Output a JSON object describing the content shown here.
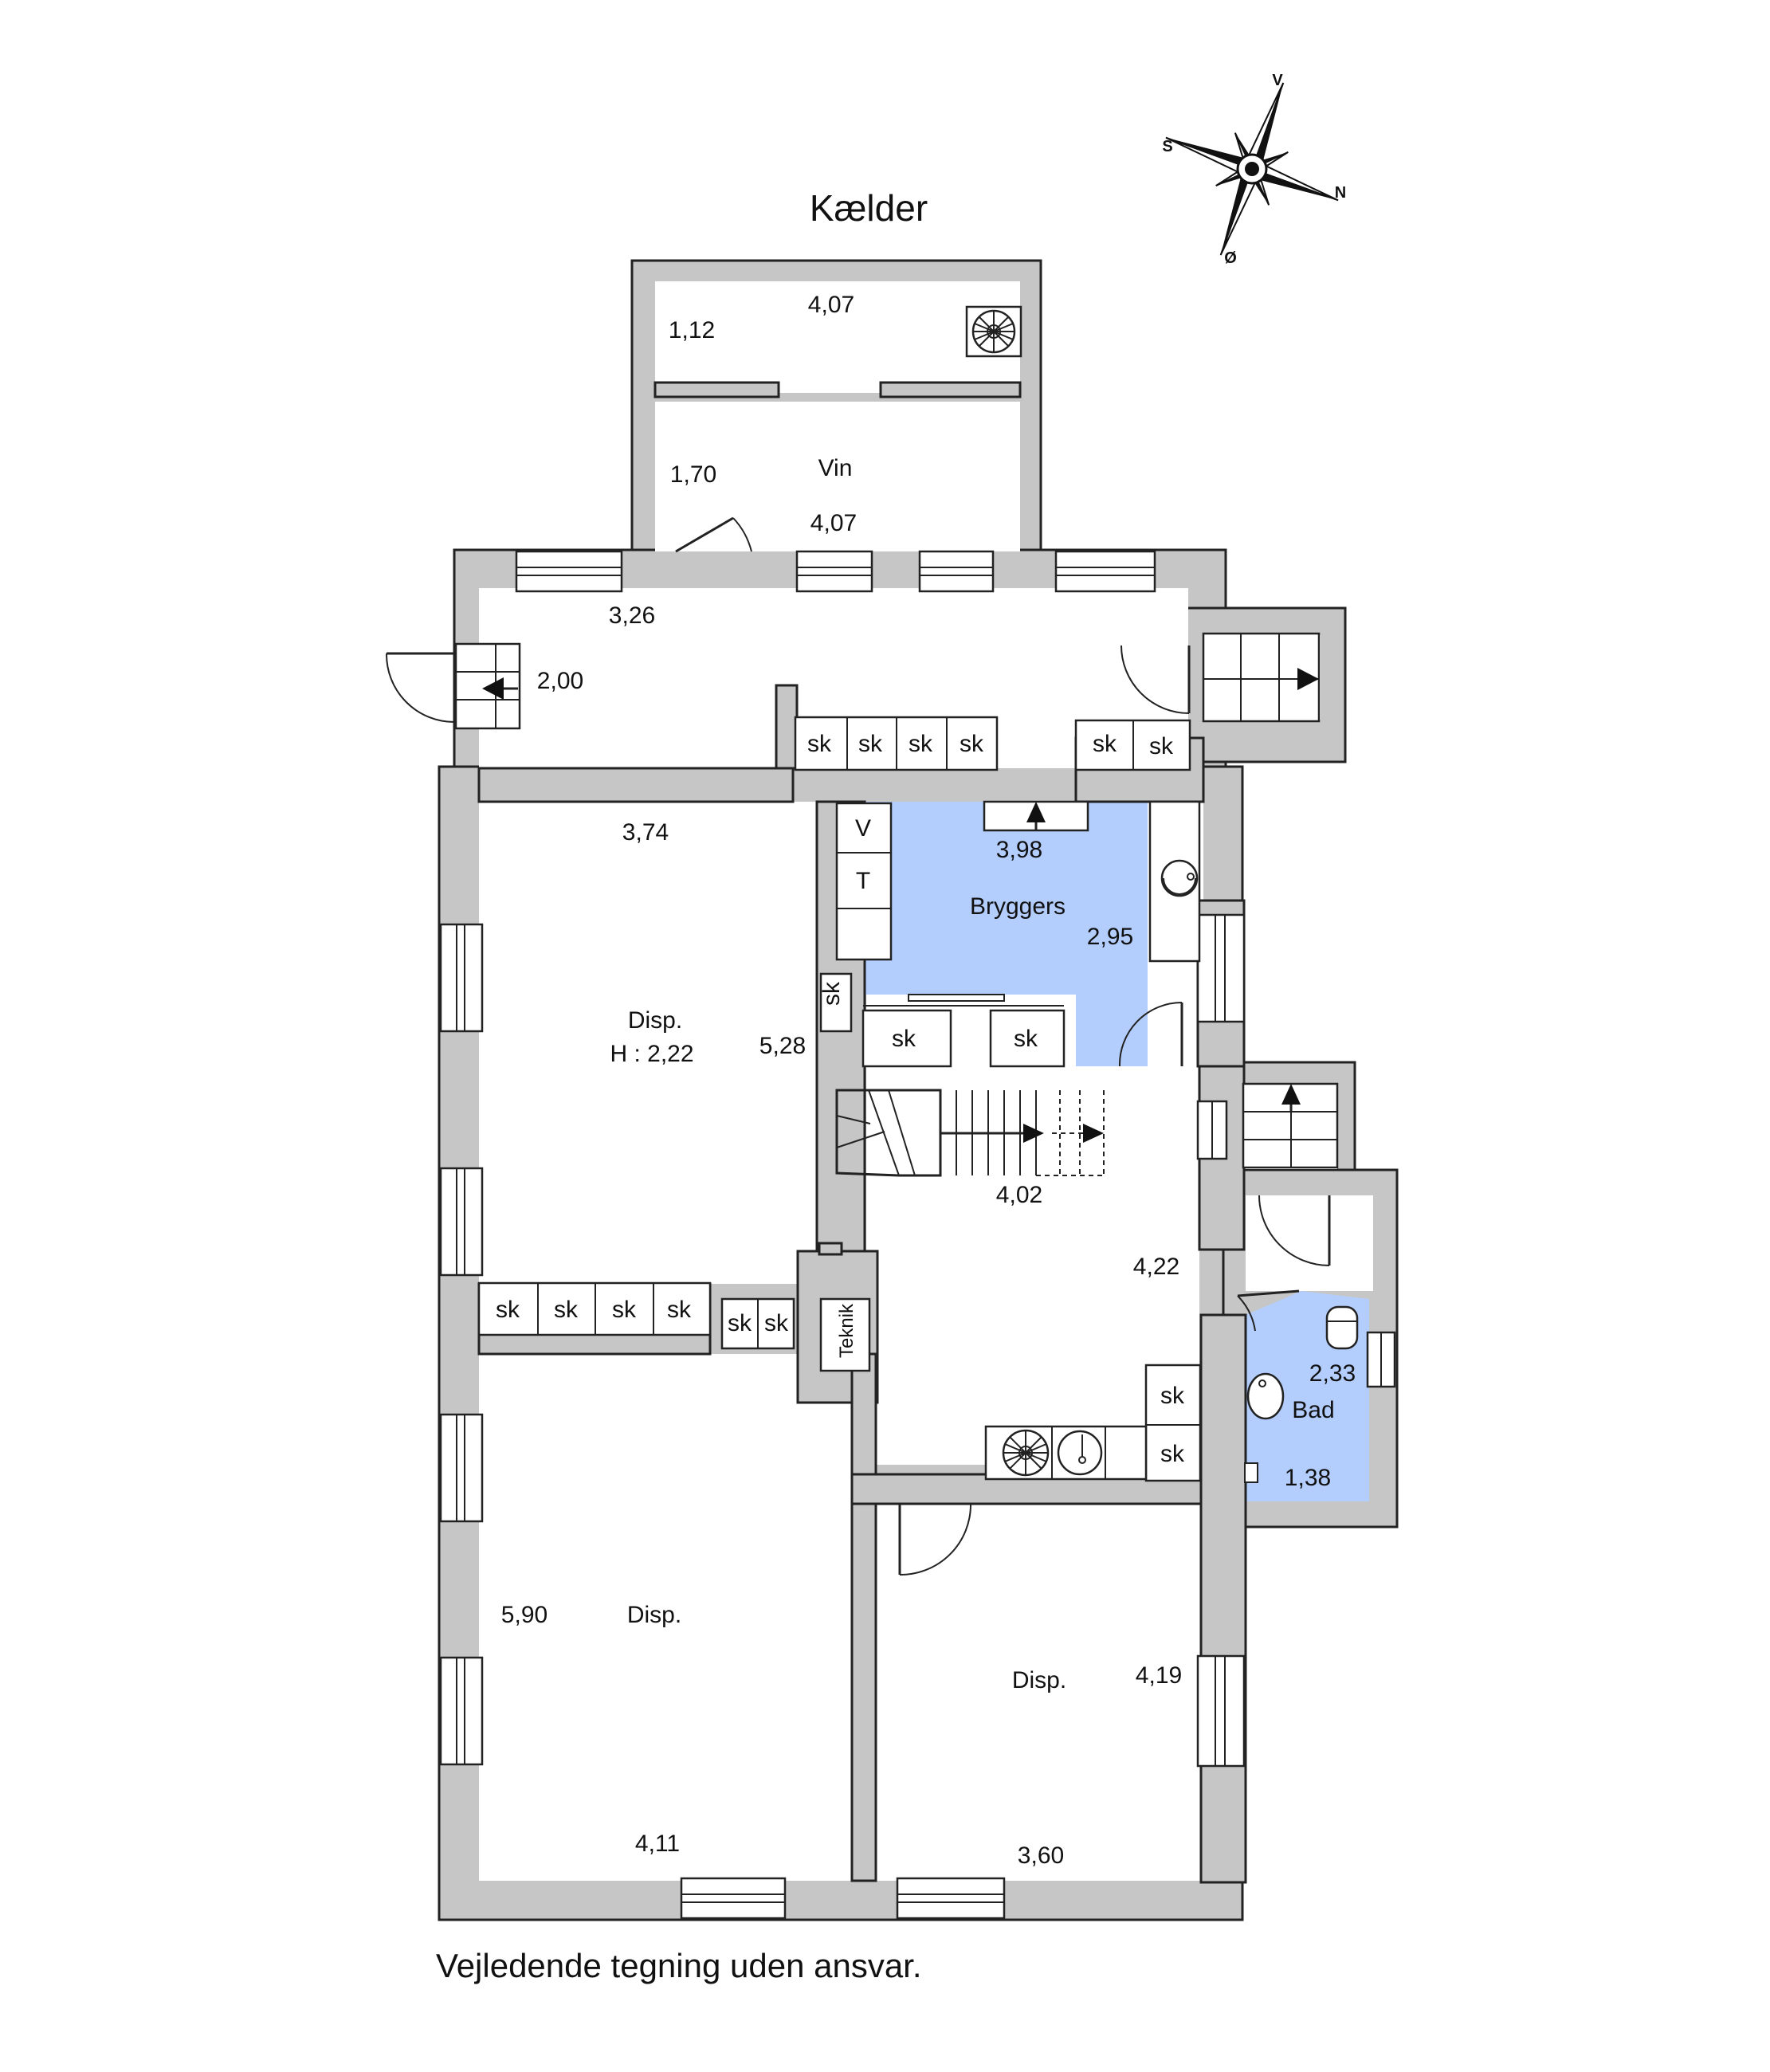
{
  "title": "Kælder",
  "footer": "Vejledende tegning uden ansvar.",
  "compass": {
    "v": "V",
    "s": "S",
    "n": "N",
    "o": "Ø"
  },
  "rooms": {
    "vin": {
      "name": "Vin",
      "dim_top": "4,07",
      "dim_bottom": "4,07",
      "dim_side_top": "1,12",
      "dim_side": "1,70"
    },
    "hall_top": {
      "dim_w": "3,26",
      "dim_h": "2,00"
    },
    "disp_top": {
      "name": "Disp.",
      "height": "H : 2,22",
      "dim_w": "3,74",
      "dim_h": "5,28"
    },
    "bryggers": {
      "name": "Bryggers",
      "dim_w": "3,98",
      "dim_h": "2,95"
    },
    "stair_hall": {
      "dim_w": "4,02",
      "dim_h": "4,22"
    },
    "disp_left": {
      "name": "Disp.",
      "dim_w": "4,11",
      "dim_h": "5,90"
    },
    "disp_right": {
      "name": "Disp.",
      "dim_w": "3,60",
      "dim_h": "4,19"
    },
    "bad": {
      "name": "Bad",
      "dim_w": "2,33",
      "dim_h": "1,38"
    }
  },
  "fixtures": {
    "sk": "sk",
    "v": "V",
    "t": "T",
    "teknik": "Teknik"
  },
  "colors": {
    "wall": "#c6c6c6",
    "wet_room": "#b3cdfd"
  }
}
